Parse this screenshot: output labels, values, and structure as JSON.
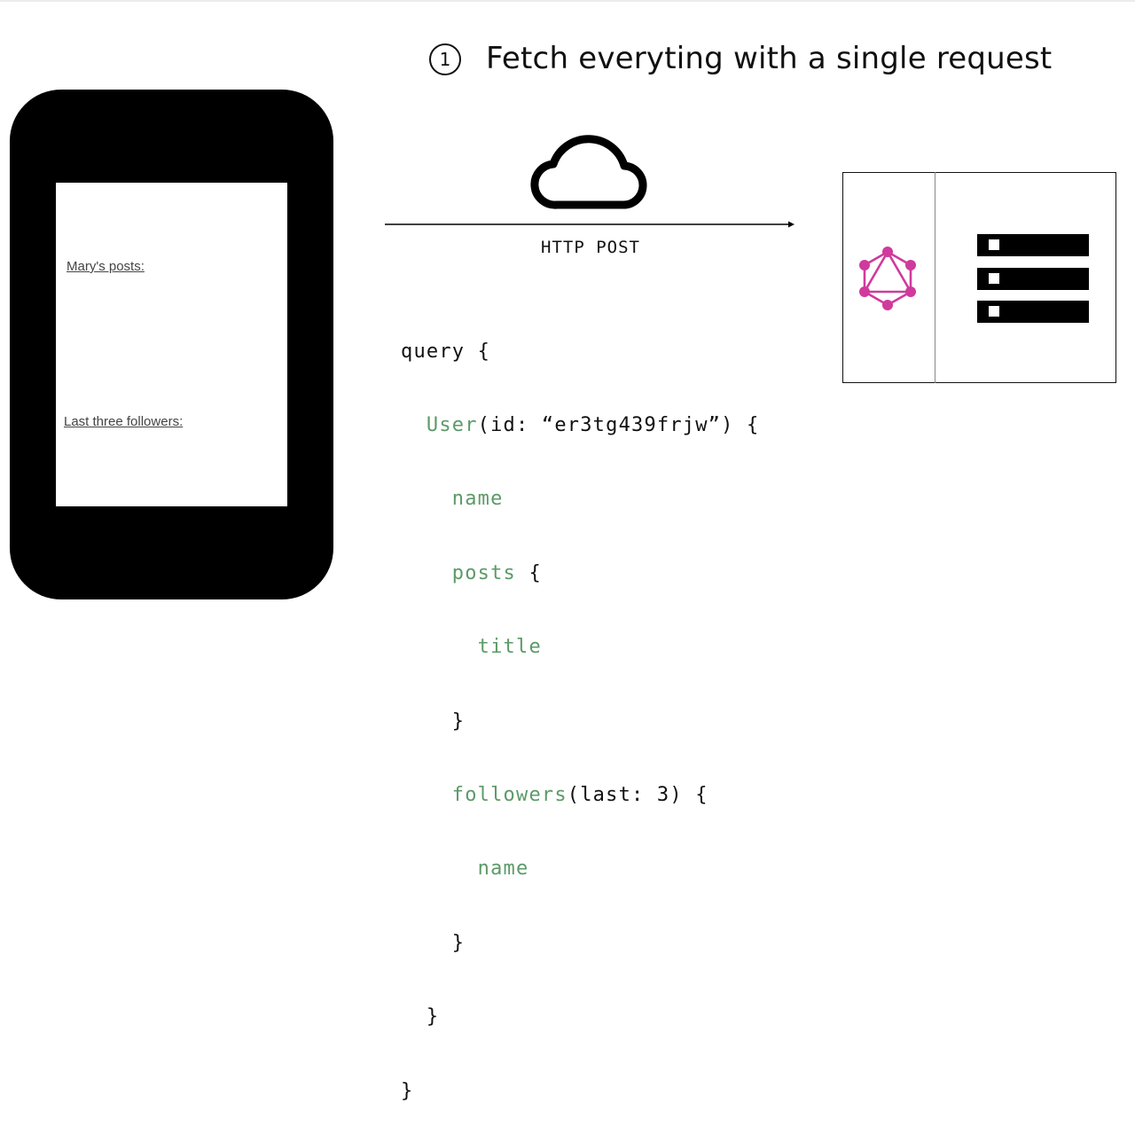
{
  "title": {
    "step_number": "1",
    "text": "Fetch everyting with a single request"
  },
  "phone": {
    "posts_label": "Mary's posts:",
    "followers_label": "Last three followers:"
  },
  "transport": {
    "label": "HTTP POST"
  },
  "query": {
    "lines": [
      "query {",
      "User(id: “er3tg439frjw”) {",
      "name",
      "posts {",
      "title",
      "}",
      "followers(last: 3) {",
      "name",
      "}",
      "}",
      "}"
    ]
  },
  "server": {
    "icons": [
      "graphql-logo-icon",
      "server-rack-icon"
    ],
    "colors": {
      "graphql": "#d03a9c"
    }
  },
  "colors": {
    "field_keyword": "#5c9a68",
    "text": "#111111",
    "phone": "#000000"
  }
}
